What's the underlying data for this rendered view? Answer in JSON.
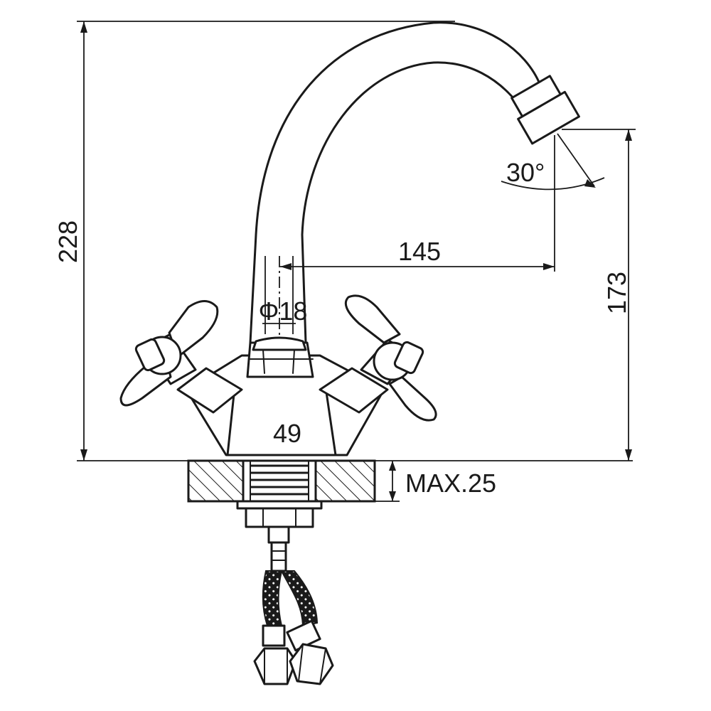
{
  "dimensions": {
    "total_height": "228",
    "spout_height": "173",
    "spout_reach": "145",
    "spout_diameter": "Φ18",
    "base_width": "49",
    "max_deck_thickness": "MAX.25",
    "outlet_angle": "30°"
  }
}
